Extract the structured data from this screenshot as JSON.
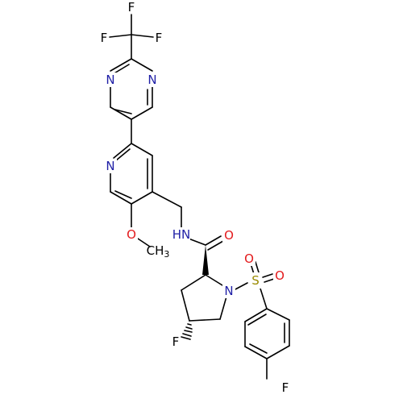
{
  "molecule": {
    "colors": {
      "bond": "#000000",
      "carbon": "#000000",
      "fluorine": "#000000",
      "nitrogen": "#1f1fa6",
      "oxygen": "#e31a1c",
      "sulfur": "#9a8a00"
    },
    "labels": {
      "f_cf3_1": "F",
      "f_cf3_2": "F",
      "f_cf3_3": "F",
      "n_pyrimidine_1": "N",
      "n_pyrimidine_2": "N",
      "n_pyridine": "N",
      "o_methoxy": "O",
      "ch3_main": "CH",
      "ch3_sub": "3",
      "nh_amide": "HN",
      "o_carbonyl": "O",
      "n_pyrrolidine": "N",
      "s_sulfonyl": "S",
      "o_sulfonyl_1": "O",
      "o_sulfonyl_2": "O",
      "f_pyrrolidine": "F",
      "f_phenyl": "F"
    }
  }
}
